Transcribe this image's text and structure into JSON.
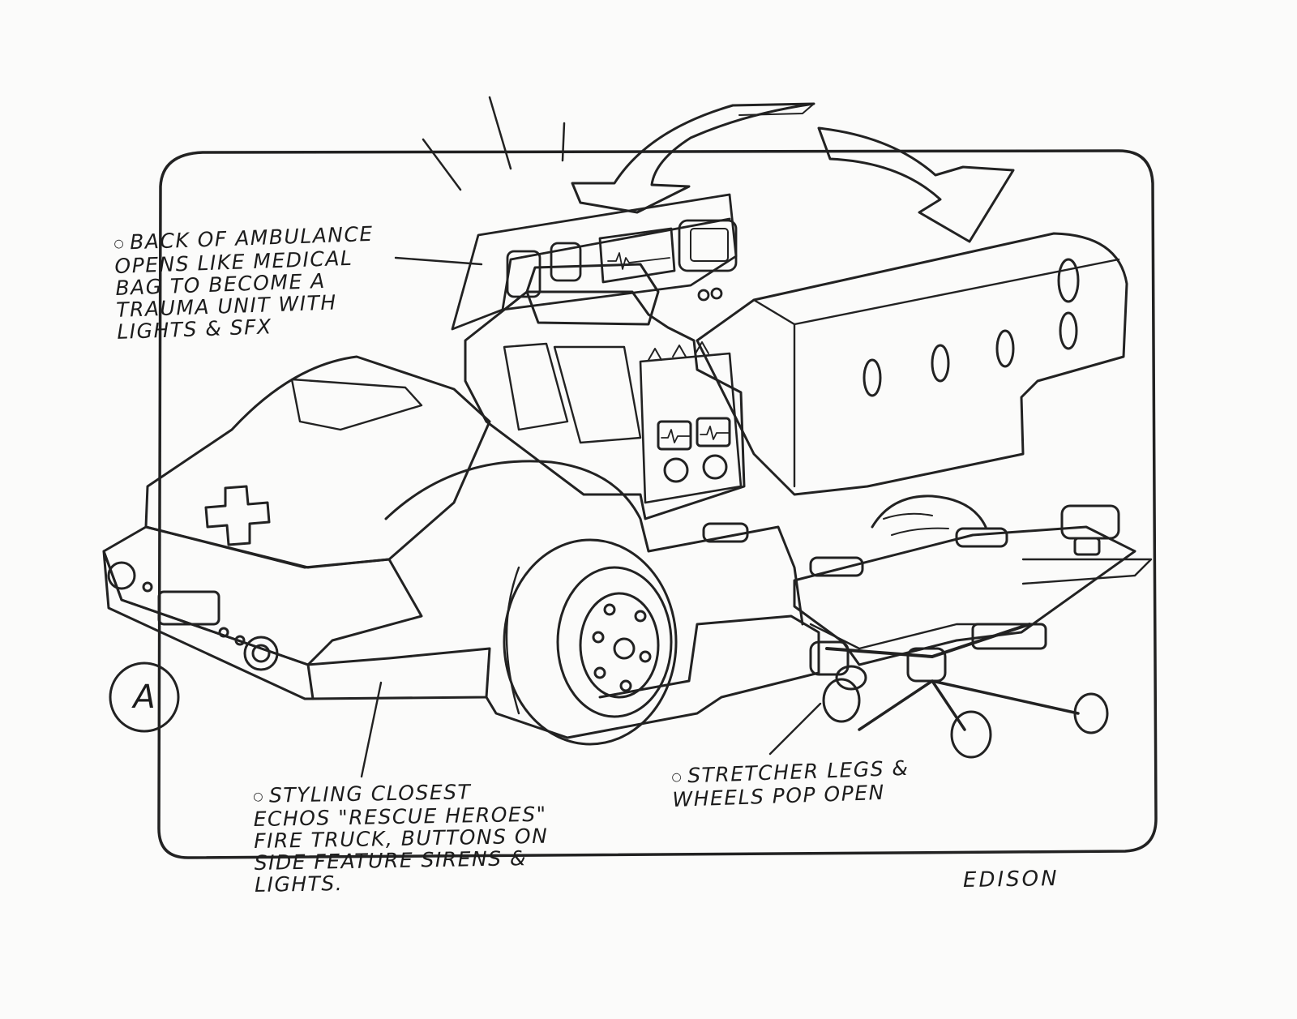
{
  "figure_label": "A",
  "annotations": {
    "back": {
      "lines": [
        "BACK OF AMBULANCE",
        "OPENS LIKE MEDICAL",
        "BAG TO BECOME A",
        "TRAUMA UNIT WITH",
        "LIGHTS & SFX"
      ]
    },
    "styling": {
      "lines": [
        "STYLING CLOSEST",
        "ECHOS \"RESCUE HEROES\"",
        "FIRE TRUCK, BUTTONS ON",
        "SIDE FEATURE SIRENS &",
        "LIGHTS."
      ]
    },
    "stretcher": {
      "lines": [
        "STRETCHER LEGS &",
        "WHEELS POP OPEN"
      ]
    }
  },
  "signature": "EDISON",
  "colors": {
    "paper": "#fbfbfa",
    "pencil": "#1c1c1c"
  }
}
